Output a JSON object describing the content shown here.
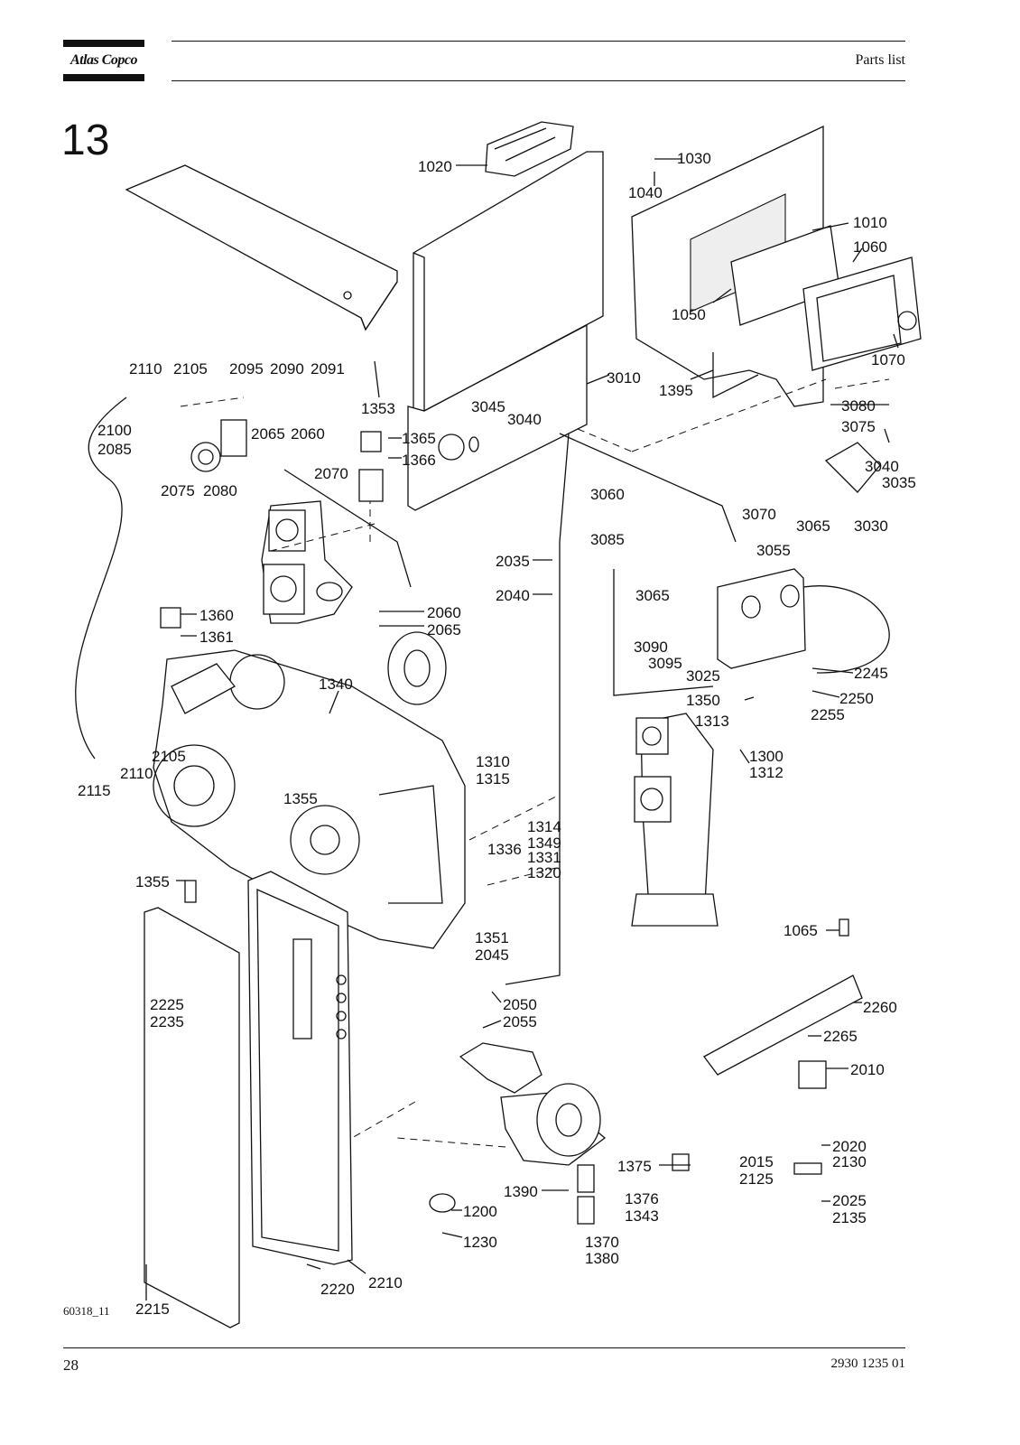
{
  "header": {
    "brand": "Atlas Copco",
    "doc_title": "Parts list"
  },
  "section": {
    "number": "13"
  },
  "footer": {
    "figure_id": "60318_11",
    "page_number": "28",
    "document_number": "2930 1235 01"
  },
  "callouts": {
    "c1020": "1020",
    "c1030": "1030",
    "c1040": "1040",
    "c1010": "1010",
    "c1060": "1060",
    "c1050": "1050",
    "c1070": "1070",
    "c1395": "1395",
    "c3010": "3010",
    "c3045": "3045",
    "c3040a": "3040",
    "c1353": "1353",
    "c1365": "1365",
    "c1366": "1366",
    "c2110a": "2110",
    "c2105a": "2105",
    "c2095": "2095",
    "c2090": "2090",
    "c2091": "2091",
    "c2100": "2100",
    "c2085": "2085",
    "c2065a": "2065",
    "c2060a": "2060",
    "c2075": "2075",
    "c2080": "2080",
    "c2070": "2070",
    "c3080": "3080",
    "c3075": "3075",
    "c3040b": "3040",
    "c3035": "3035",
    "c3060": "3060",
    "c3070": "3070",
    "c3065a": "3065",
    "c3030": "3030",
    "c3085": "3085",
    "c3055": "3055",
    "c2035": "2035",
    "c2040": "2040",
    "c3065b": "3065",
    "c3090": "3090",
    "c3095": "3095",
    "c3025": "3025",
    "c2245": "2245",
    "c1350": "1350",
    "c2250": "2250",
    "c2255": "2255",
    "c1313": "1313",
    "c1300": "1300",
    "c1312": "1312",
    "c1360": "1360",
    "c1361": "1361",
    "c2060b": "2060",
    "c2065b": "2065",
    "c1340": "1340",
    "c2105b": "2105",
    "c2110b": "2110",
    "c2115": "2115",
    "c1355a": "1355",
    "c1310": "1310",
    "c1315": "1315",
    "c1314": "1314",
    "c1349": "1349",
    "c1336": "1336",
    "c1331": "1331",
    "c1320": "1320",
    "c1355b": "1355",
    "c1351": "1351",
    "c2045": "2045",
    "c1065": "1065",
    "c2050": "2050",
    "c2055": "2055",
    "c2260": "2260",
    "c2265": "2265",
    "c2010": "2010",
    "c2225": "2225",
    "c2235": "2235",
    "c2020": "2020",
    "c2130": "2130",
    "c2015": "2015",
    "c2125": "2125",
    "c2025": "2025",
    "c2135": "2135",
    "c1375": "1375",
    "c1390": "1390",
    "c1376": "1376",
    "c1343": "1343",
    "c1200": "1200",
    "c1230": "1230",
    "c1370": "1370",
    "c1380": "1380",
    "c2220": "2220",
    "c2210": "2210",
    "c2215": "2215"
  }
}
